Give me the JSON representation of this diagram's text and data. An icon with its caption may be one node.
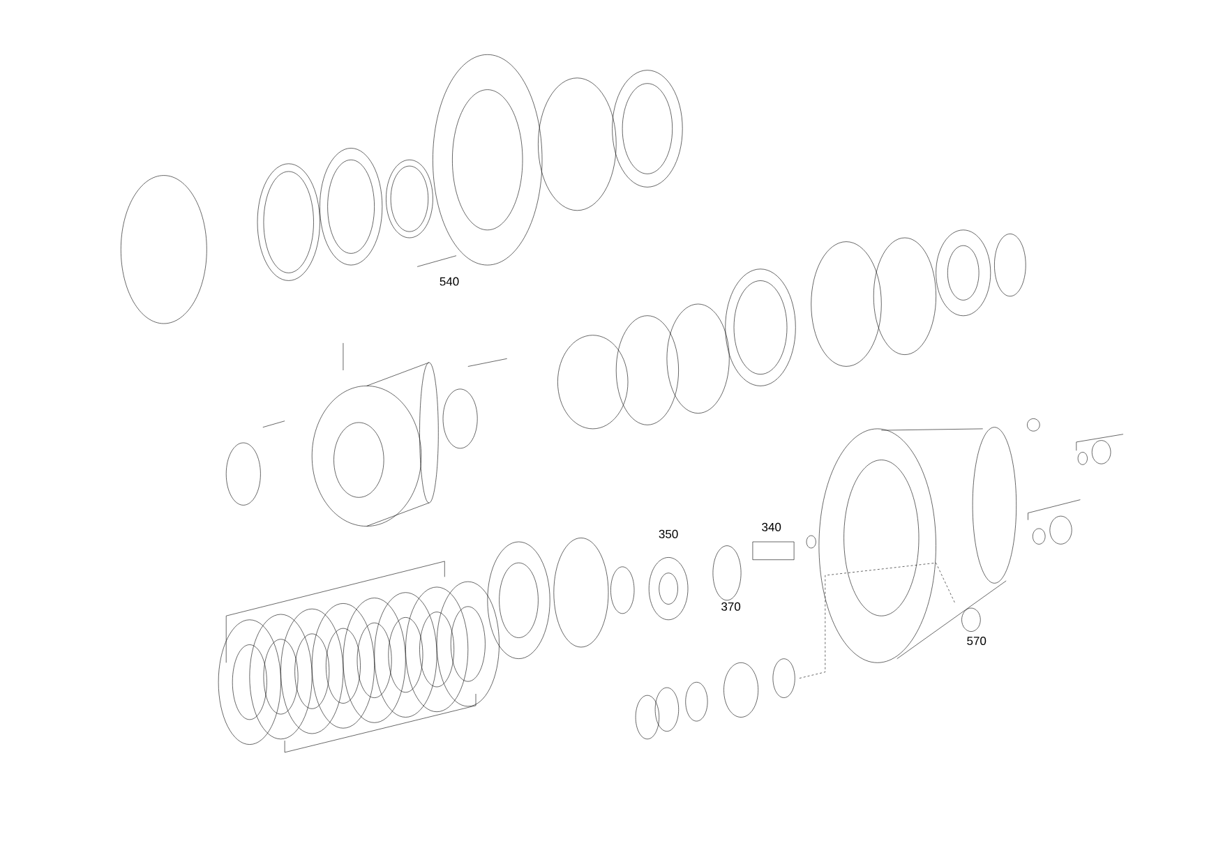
{
  "diagram": {
    "labels": [
      "540",
      "340",
      "350",
      "370",
      "570"
    ]
  }
}
